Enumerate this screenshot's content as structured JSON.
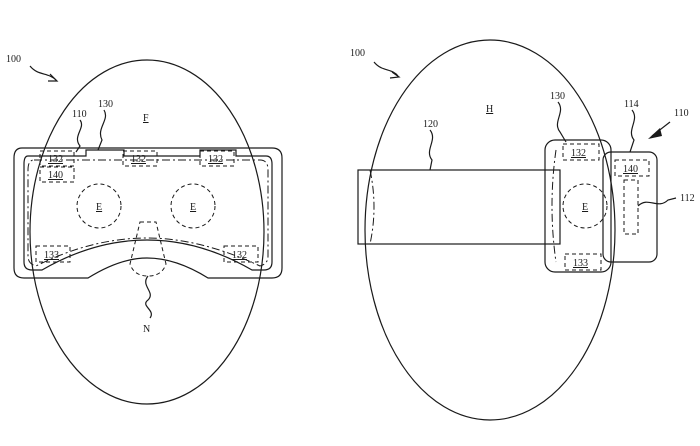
{
  "left_view": {
    "figure_ref": "100",
    "device_ref": "110",
    "frame_ref": "130",
    "face_label": "F",
    "eye_label_left": "E",
    "eye_label_right": "E",
    "top_sensor_left": "132",
    "top_sensor_mid": "132",
    "top_sensor_right": "132",
    "sensor_140": "140",
    "bottom_sensor_left": "133",
    "bottom_sensor_right": "132",
    "nose_label": "N"
  },
  "right_view": {
    "figure_ref": "100",
    "head_label": "H",
    "strap_ref": "120",
    "frame_ref": "130",
    "housing_ref": "114",
    "device_ref": "110",
    "component_ref": "112",
    "top_sensor": "132",
    "sensor_140": "140",
    "eye_label": "E",
    "bottom_sensor": "133"
  }
}
